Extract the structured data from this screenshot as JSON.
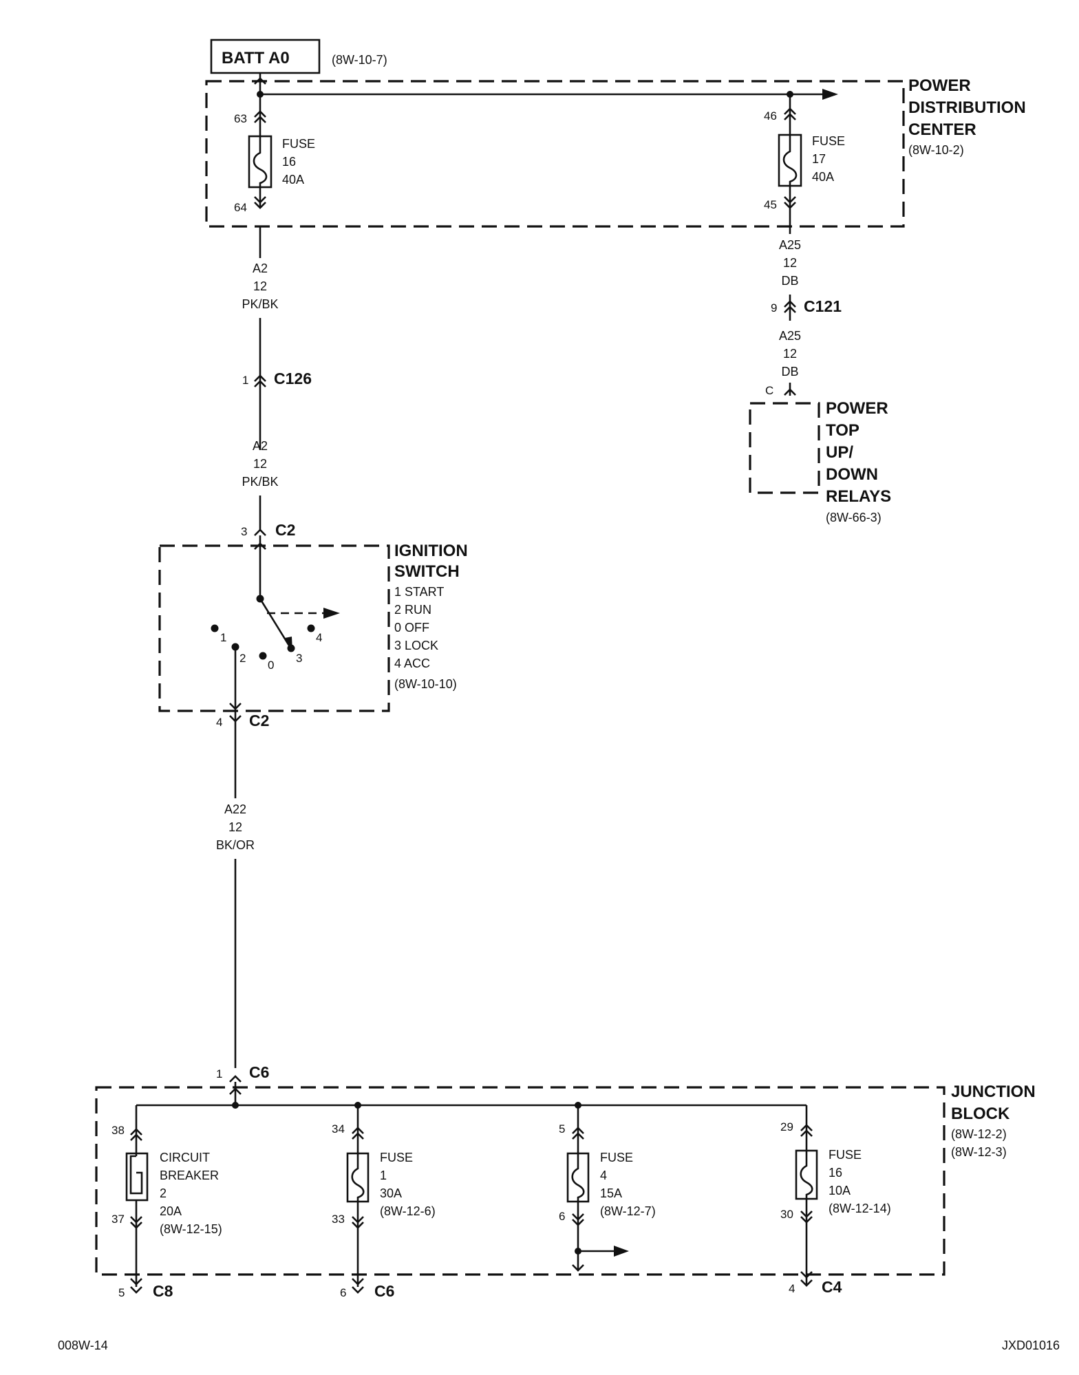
{
  "batt": {
    "label": "BATT A0",
    "ref": "(8W-10-7)"
  },
  "pdc": {
    "title": [
      "POWER",
      "DISTRIBUTION",
      "CENTER"
    ],
    "ref": "(8W-10-2)",
    "fuse16": {
      "pin_top": "63",
      "pin_bot": "64",
      "lines": [
        "FUSE",
        "16",
        "40A"
      ]
    },
    "fuse17": {
      "pin_top": "46",
      "pin_bot": "45",
      "lines": [
        "FUSE",
        "17",
        "40A"
      ]
    }
  },
  "wire_a2_top": [
    "A2",
    "12",
    "PK/BK"
  ],
  "c126": {
    "pin": "1",
    "name": "C126"
  },
  "wire_a2_bot": [
    "A2",
    "12",
    "PK/BK"
  ],
  "wire_a25_top": [
    "A25",
    "12",
    "DB"
  ],
  "c121": {
    "pin": "9",
    "name": "C121"
  },
  "wire_a25_bot": [
    "A25",
    "12",
    "DB"
  ],
  "relays": {
    "pin": "C",
    "title": [
      "POWER",
      "TOP",
      "UP/",
      "DOWN",
      "RELAYS"
    ],
    "ref": "(8W-66-3)"
  },
  "ignition": {
    "top_conn": {
      "pin": "3",
      "name": "C2"
    },
    "bot_conn": {
      "pin": "4",
      "name": "C2"
    },
    "title": [
      "IGNITION",
      "SWITCH"
    ],
    "positions": [
      "1 START",
      "2 RUN",
      "0 OFF",
      "3 LOCK",
      "4 ACC"
    ],
    "ref": "(8W-10-10)",
    "pos_labels": [
      "1",
      "2",
      "0",
      "3",
      "4"
    ]
  },
  "wire_a22": [
    "A22",
    "12",
    "BK/OR"
  ],
  "jb": {
    "in_conn": {
      "pin": "1",
      "name": "C6"
    },
    "title": [
      "JUNCTION",
      "BLOCK"
    ],
    "refs": [
      "(8W-12-2)",
      "(8W-12-3)"
    ],
    "cb2": {
      "pin_top": "38",
      "pin_bot": "37",
      "lines": [
        "CIRCUIT",
        "BREAKER",
        "2",
        "20A",
        "(8W-12-15)"
      ],
      "out": {
        "pin": "5",
        "name": "C8"
      }
    },
    "fuse1": {
      "pin_top": "34",
      "pin_bot": "33",
      "lines": [
        "FUSE",
        "1",
        "30A",
        "(8W-12-6)"
      ],
      "out": {
        "pin": "6",
        "name": "C6"
      }
    },
    "fuse4": {
      "pin_top": "5",
      "pin_bot": "6",
      "lines": [
        "FUSE",
        "4",
        "15A",
        "(8W-12-7)"
      ]
    },
    "fuse16": {
      "pin_top": "29",
      "pin_bot": "30",
      "lines": [
        "FUSE",
        "16",
        "10A",
        "(8W-12-14)"
      ],
      "out": {
        "pin": "4",
        "name": "C4"
      }
    }
  },
  "footer": {
    "left": "008W-14",
    "right": "JXD01016"
  }
}
